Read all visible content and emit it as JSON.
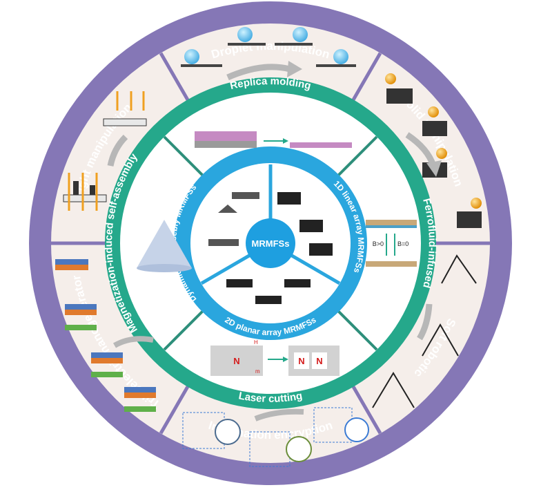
{
  "center": {
    "label": "MRMFSs"
  },
  "inner_ring": {
    "labels": [
      "Dynamic self-assebly MRMFSs",
      "1D linear array MRMFSs",
      "2D planar array MRMFSs"
    ]
  },
  "middle_ring": {
    "labels": [
      "Replica molding",
      "Ferrofluid-infused",
      "Laser cutting",
      "Magnetization-induced self-assembly"
    ]
  },
  "outer_ring": {
    "labels": [
      "Droplet manipulation",
      "Solid manipulation",
      "Soft robotic",
      "Information encryption",
      "Triboelectric nanogenerator",
      "Light manipulation"
    ]
  },
  "annotations": {
    "field_on": "B>0",
    "field_off": "B=0",
    "magnet_n": "N",
    "field_h": "H",
    "field_m": "m"
  },
  "colors": {
    "outer_ring": "#8577B6",
    "middle_ring": "#25A88B",
    "inner_ring": "#2AA6DE",
    "center": "#1E9FE0",
    "panel_bg": "#F5EEEA",
    "inner_panel_bg": "#FFFFFF"
  }
}
